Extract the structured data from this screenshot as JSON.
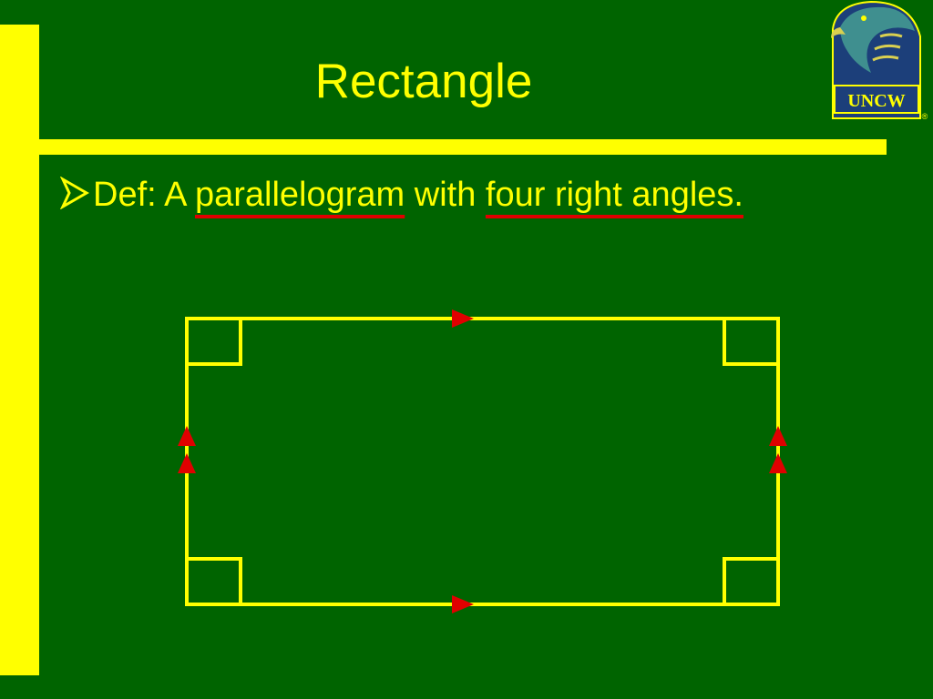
{
  "slide": {
    "title": "Rectangle",
    "bullet": {
      "prefix": "Def: A ",
      "term1": "parallelogram",
      "middle": " with ",
      "term2": "four right angles.",
      "suffix": ""
    }
  },
  "logo": {
    "text": "UNCW",
    "mark": "®"
  },
  "colors": {
    "background": "#006400",
    "accent": "#ffff00",
    "marker": "#e00000",
    "logo_blue": "#1c3f7a",
    "logo_teal": "#3f8f8f"
  },
  "icons": {
    "bullet": "arrowhead-bullet-icon",
    "logo": "seahawk-logo-icon"
  }
}
